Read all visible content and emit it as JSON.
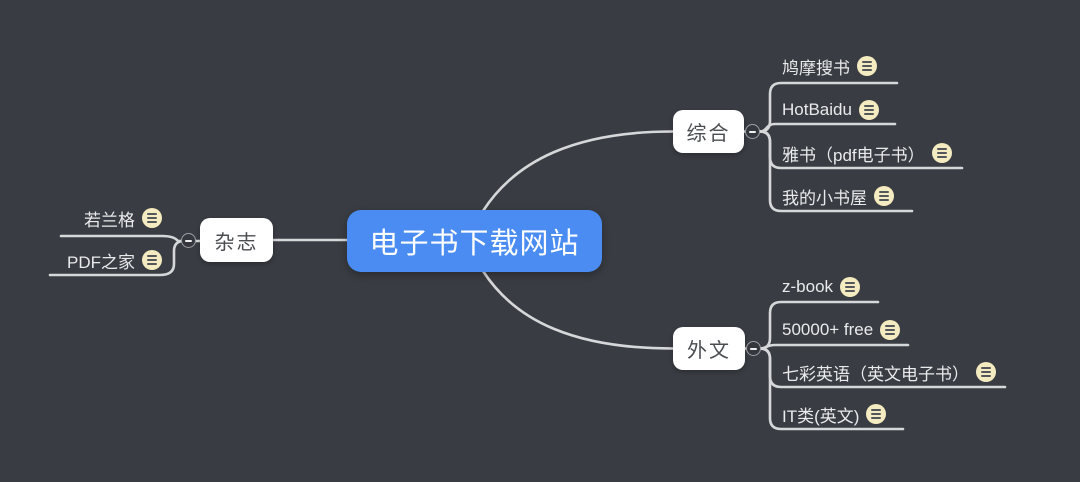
{
  "colors": {
    "background": "#393c42",
    "root_fill": "#4a8cf2",
    "root_text": "#ffffff",
    "branch_fill": "#ffffff",
    "branch_text": "#4a4c50",
    "leaf_text": "#e9eaec",
    "line": "#d6d7d9",
    "notes_icon_fill": "#f5ebc0",
    "notes_icon_bars": "#53565b"
  },
  "icons": {
    "notes": "notes-icon",
    "collapse": "collapse-minus-icon"
  },
  "mindmap": {
    "root": {
      "label": "电子书下载网站"
    },
    "branches": [
      {
        "label": "杂志",
        "side": "left",
        "children": [
          {
            "label": "若兰格",
            "icon": "notes"
          },
          {
            "label": "PDF之家",
            "icon": "notes"
          }
        ]
      },
      {
        "label": "综合",
        "side": "right",
        "children": [
          {
            "label": "鸠摩搜书",
            "icon": "notes"
          },
          {
            "label": "HotBaidu",
            "icon": "notes"
          },
          {
            "label": "雅书（pdf电子书）",
            "icon": "notes"
          },
          {
            "label": "我的小书屋",
            "icon": "notes"
          }
        ]
      },
      {
        "label": "外文",
        "side": "right",
        "children": [
          {
            "label": "z-book",
            "icon": "notes"
          },
          {
            "label": "50000+ free",
            "icon": "notes"
          },
          {
            "label": "七彩英语（英文电子书）",
            "icon": "notes"
          },
          {
            "label": "IT类(英文)",
            "icon": "notes"
          }
        ]
      }
    ]
  }
}
